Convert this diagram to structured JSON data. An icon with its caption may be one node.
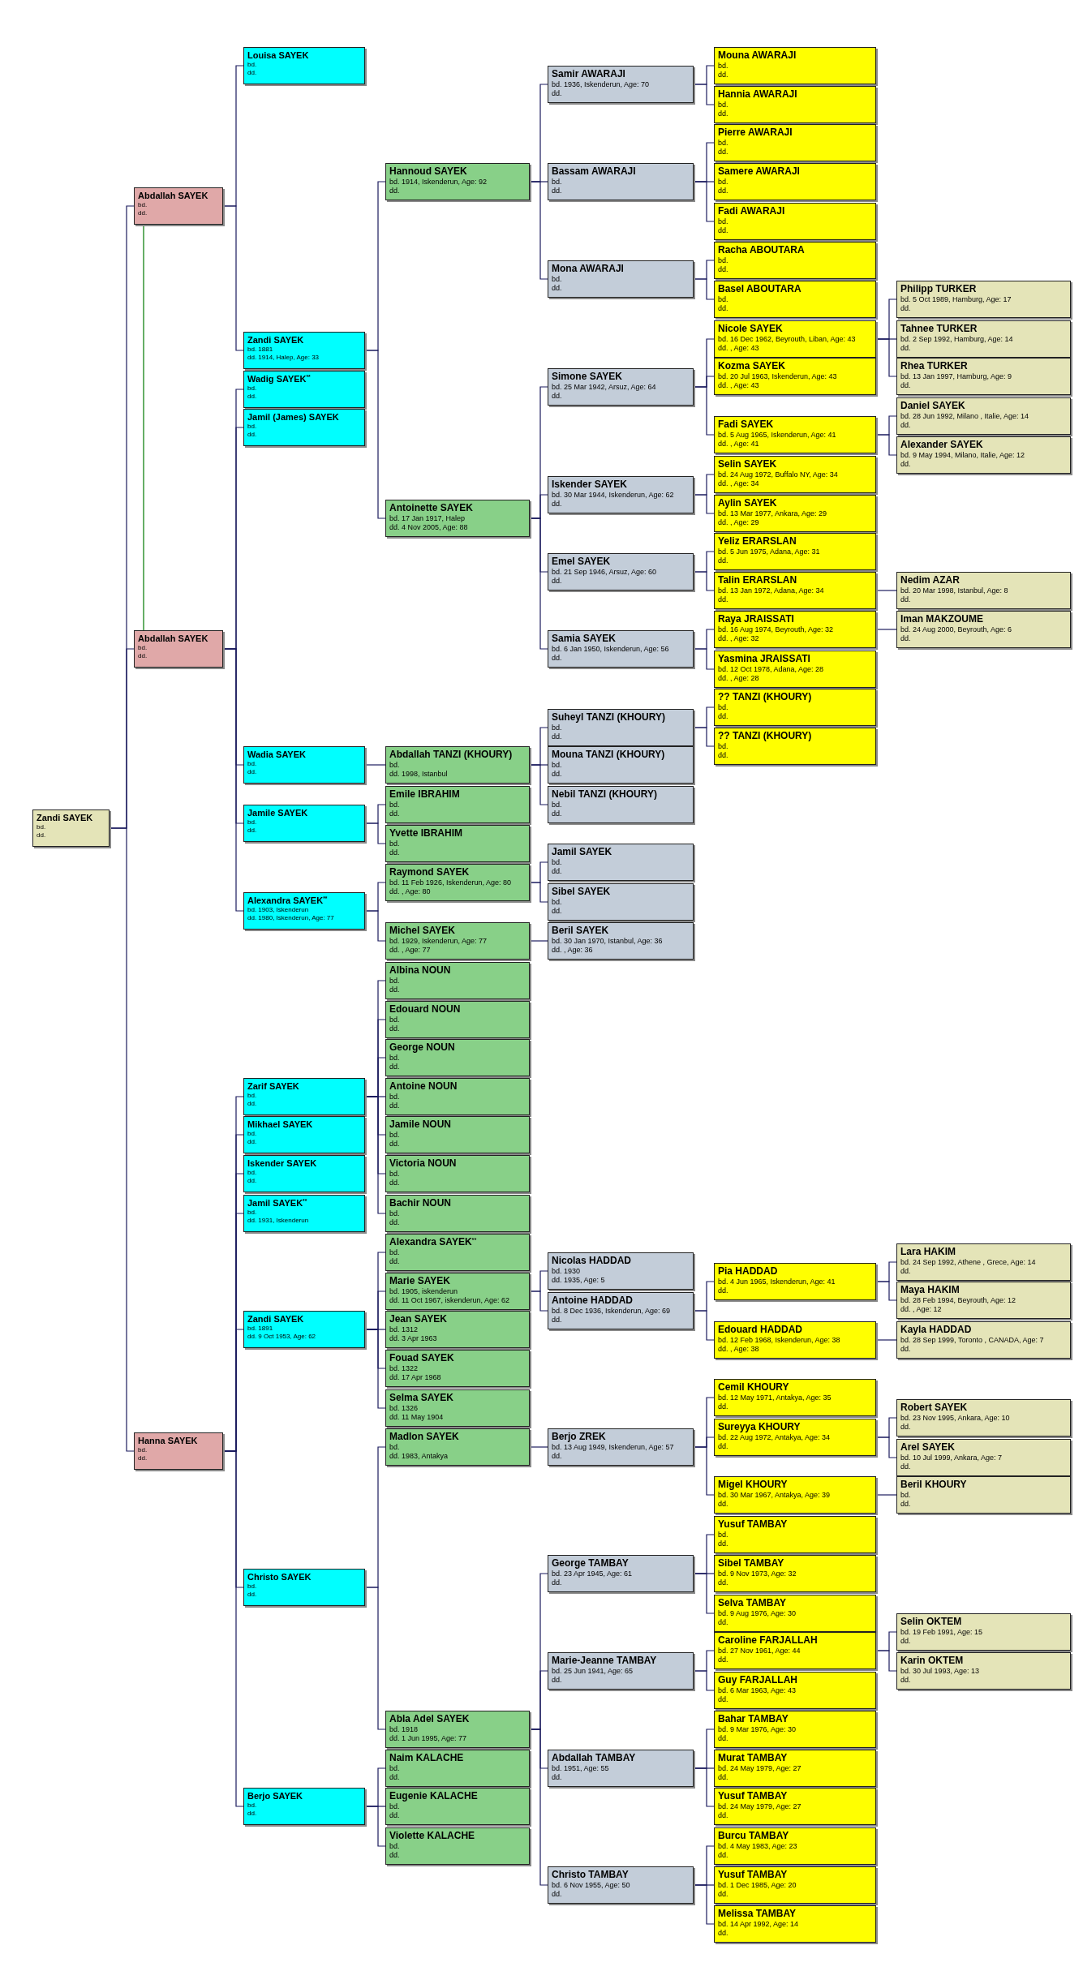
{
  "diagram": {
    "nodes": [
      {
        "text": [
          "Zandi SAYEK",
          "bd.",
          "dd."
        ]
      },
      {
        "text": [
          "Abdallah SAYEK",
          "bd.",
          "dd."
        ]
      },
      {
        "text": [
          "Abdallah SAYEK",
          "bd.",
          "dd."
        ]
      },
      {
        "text": [
          "Hanna SAYEK",
          "bd.",
          "dd."
        ]
      },
      {
        "text": [
          "Louisa SAYEK",
          "bd.",
          "dd."
        ]
      },
      {
        "text": [
          "Zandi SAYEK",
          "bd. 1881",
          "dd. 1914, Halep, Age: 33"
        ]
      },
      {
        "text": [
          "Wadig SAYEK$^{**}$",
          "bd.",
          "dd."
        ]
      },
      {
        "text": [
          "Jamil (James) SAYEK",
          "bd.",
          "dd."
        ]
      },
      {
        "text": [
          "Wadia SAYEK",
          "bd.",
          "dd."
        ]
      },
      {
        "text": [
          "Jamile SAYEK",
          "bd.",
          "dd."
        ]
      },
      {
        "text": [
          "Alexandra SAYEK$^{**}$",
          "bd. 1903, Iskenderun",
          "dd. 1980, Iskenderun, Age: 77"
        ]
      },
      {
        "text": [
          "Zarif SAYEK",
          "bd.",
          "dd."
        ]
      },
      {
        "text": [
          "Mikhael SAYEK",
          "bd.",
          "dd."
        ]
      },
      {
        "text": [
          "Iskender SAYEK",
          "bd.",
          "dd."
        ]
      },
      {
        "text": [
          "Jamil SAYEK$^{**}$",
          "bd.",
          "dd. 1931, Iskenderun"
        ]
      },
      {
        "text": [
          "Zandi SAYEK",
          "bd. 1891",
          "dd. 9 Oct 1953, Age: 62"
        ]
      },
      {
        "text": [
          "Christo SAYEK",
          "bd.",
          "dd."
        ]
      },
      {
        "text": [
          "Berjo SAYEK",
          "bd.",
          "dd."
        ]
      },
      {
        "text": [
          "Hannoud SAYEK",
          "bd. 1914, Iskenderun, Age: 92",
          "dd."
        ]
      },
      {
        "text": [
          "Antoinette SAYEK",
          "bd. 17 Jan 1917, Halep",
          "dd. 4 Nov 2005, Age: 88"
        ]
      },
      {
        "text": [
          "Abdallah TANZI (KHOURY)",
          "bd.",
          "dd. 1998, Istanbul"
        ]
      },
      {
        "text": [
          "Emile IBRAHIM",
          "bd.",
          "dd."
        ]
      },
      {
        "text": [
          "Yvette IBRAHIM",
          "bd.",
          "dd."
        ]
      },
      {
        "text": [
          "Raymond SAYEK",
          "bd. 11 Feb 1926, Iskenderun, Age: 80",
          "dd. , Age: 80"
        ]
      },
      {
        "text": [
          "Michel SAYEK",
          "bd. 1929, Iskenderun, Age: 77",
          "dd. , Age: 77"
        ]
      },
      {
        "text": [
          "Albina NOUN",
          "bd.",
          "dd."
        ]
      },
      {
        "text": [
          "Edouard NOUN",
          "bd.",
          "dd."
        ]
      },
      {
        "text": [
          "George NOUN",
          "bd.",
          "dd."
        ]
      },
      {
        "text": [
          "Antoine NOUN",
          "bd.",
          "dd."
        ]
      },
      {
        "text": [
          "Jamile NOUN",
          "bd.",
          "dd."
        ]
      },
      {
        "text": [
          "Victoria NOUN",
          "bd.",
          "dd."
        ]
      },
      {
        "text": [
          "Bachir NOUN",
          "bd.",
          "dd."
        ]
      },
      {
        "text": [
          "Alexandra SAYEK$^{**}$",
          "bd.",
          "dd."
        ]
      },
      {
        "text": [
          "Marie SAYEK",
          "bd. 1905, iskenderun",
          "dd. 11 Oct 1967, iskenderun, Age: 62"
        ]
      },
      {
        "text": [
          "Jean SAYEK",
          "bd. 1312",
          "dd. 3 Apr 1963"
        ]
      },
      {
        "text": [
          "Fouad SAYEK",
          "bd. 1322",
          "dd. 17 Apr 1968"
        ]
      },
      {
        "text": [
          "Selma SAYEK",
          "bd. 1326",
          "dd. 11 May 1904"
        ]
      },
      {
        "text": [
          "Madlon SAYEK",
          "bd.",
          "dd. 1983, Antakya"
        ]
      },
      {
        "text": [
          "Abla Adel SAYEK",
          "bd. 1918",
          "dd. 1 Jun 1995, Age: 77"
        ]
      },
      {
        "text": [
          "Naim KALACHE",
          "bd.",
          "dd."
        ]
      },
      {
        "text": [
          "Eugenie KALACHE",
          "bd.",
          "dd."
        ]
      },
      {
        "text": [
          "Violette KALACHE",
          "bd.",
          "dd."
        ]
      },
      {
        "text": [
          "Samir AWARAJI",
          "bd. 1936, Iskenderun, Age: 70",
          "dd."
        ]
      },
      {
        "text": [
          "Bassam AWARAJI",
          "bd.",
          "dd."
        ]
      },
      {
        "text": [
          "Mona AWARAJI",
          "bd.",
          "dd."
        ]
      },
      {
        "text": [
          "Simone SAYEK",
          "bd. 25 Mar 1942, Arsuz, Age: 64",
          "dd."
        ]
      },
      {
        "text": [
          "Iskender SAYEK",
          "bd. 30 Mar 1944, Iskenderun, Age: 62",
          "dd."
        ]
      },
      {
        "text": [
          "Emel SAYEK",
          "bd. 21 Sep 1946, Arsuz, Age: 60",
          "dd."
        ]
      },
      {
        "text": [
          "Samia SAYEK",
          "bd. 6 Jan 1950, Iskenderun, Age: 56",
          "dd."
        ]
      },
      {
        "text": [
          "Suheyl TANZI (KHOURY)",
          "bd.",
          "dd."
        ]
      },
      {
        "text": [
          "Mouna TANZI (KHOURY)",
          "bd.",
          "dd."
        ]
      },
      {
        "text": [
          "Nebil TANZI (KHOURY)",
          "bd.",
          "dd."
        ]
      },
      {
        "text": [
          "Jamil SAYEK",
          "bd.",
          "dd."
        ]
      },
      {
        "text": [
          "Sibel SAYEK",
          "bd.",
          "dd."
        ]
      },
      {
        "text": [
          "Beril SAYEK",
          "bd. 30 Jan 1970, Istanbul, Age: 36",
          "dd. , Age: 36"
        ]
      },
      {
        "text": [
          "Nicolas HADDAD",
          "bd. 1930",
          "dd. 1935, Age: 5"
        ]
      },
      {
        "text": [
          "Antoine HADDAD",
          "bd. 8 Dec 1936, Iskenderun, Age: 69",
          "dd."
        ]
      },
      {
        "text": [
          "Berjo ZREK",
          "bd. 13 Aug 1949, Iskenderun, Age: 57",
          "dd."
        ]
      },
      {
        "text": [
          "George TAMBAY",
          "bd. 23 Apr 1945, Age: 61",
          "dd."
        ]
      },
      {
        "text": [
          "Marie-Jeanne TAMBAY",
          "bd. 25 Jun 1941, Age: 65",
          "dd."
        ]
      },
      {
        "text": [
          "Abdallah TAMBAY",
          "bd. 1951, Age: 55",
          "dd."
        ]
      },
      {
        "text": [
          "Christo TAMBAY",
          "bd. 6 Nov 1955, Age: 50",
          "dd."
        ]
      },
      {
        "text": [
          "Mouna AWARAJI",
          "bd.",
          "dd."
        ]
      },
      {
        "text": [
          "Hannia AWARAJI",
          "bd.",
          "dd."
        ]
      },
      {
        "text": [
          "Pierre AWARAJI",
          "bd.",
          "dd."
        ]
      },
      {
        "text": [
          "Samere AWARAJI",
          "bd.",
          "dd."
        ]
      },
      {
        "text": [
          "Fadi AWARAJI",
          "bd.",
          "dd."
        ]
      },
      {
        "text": [
          "Racha ABOUTARA",
          "bd.",
          "dd."
        ]
      },
      {
        "text": [
          "Basel ABOUTARA",
          "bd.",
          "dd."
        ]
      },
      {
        "text": [
          "Nicole SAYEK",
          "bd. 16 Dec 1962, Beyrouth, Liban, Age: 43",
          "dd. , Age: 43"
        ]
      },
      {
        "text": [
          "Kozma SAYEK",
          "bd. 20 Jul 1963, Iskenderun, Age: 43",
          "dd. , Age: 43"
        ]
      },
      {
        "text": [
          "Fadi SAYEK",
          "bd. 5 Aug 1965, Iskenderun, Age: 41",
          "dd. , Age: 41"
        ]
      },
      {
        "text": [
          "Selin SAYEK",
          "bd. 24 Aug 1972, Buffalo NY, Age: 34",
          "dd. , Age: 34"
        ]
      },
      {
        "text": [
          "Aylin SAYEK",
          "bd. 13 Mar 1977, Ankara, Age: 29",
          "dd. , Age: 29"
        ]
      },
      {
        "text": [
          "Yeliz ERARSLAN",
          "bd. 5 Jun 1975, Adana, Age: 31",
          "dd."
        ]
      },
      {
        "text": [
          "Talin ERARSLAN",
          "bd. 13 Jan 1972, Adana, Age: 34",
          "dd."
        ]
      },
      {
        "text": [
          "Raya JRAISSATI",
          "bd. 16 Aug 1974, Beyrouth, Age: 32",
          "dd. , Age: 32"
        ]
      },
      {
        "text": [
          "Yasmina JRAISSATI",
          "bd. 12 Oct 1978, Adana, Age: 28",
          "dd. , Age: 28"
        ]
      },
      {
        "text": [
          "?? TANZI (KHOURY)",
          "bd.",
          "dd."
        ]
      },
      {
        "text": [
          "?? TANZI (KHOURY)",
          "bd.",
          "dd."
        ]
      },
      {
        "text": [
          "Pia HADDAD",
          "bd. 4 Jun 1965, Iskenderun, Age: 41",
          "dd."
        ]
      },
      {
        "text": [
          "Edouard HADDAD",
          "bd. 12 Feb 1968, Iskenderun, Age: 38",
          "dd. , Age: 38"
        ]
      },
      {
        "text": [
          "Cemil KHOURY",
          "bd. 12 May 1971, Antakya, Age: 35",
          "dd."
        ]
      },
      {
        "text": [
          "Sureyya KHOURY",
          "bd. 22 Aug 1972, Antakya, Age: 34",
          "dd."
        ]
      },
      {
        "text": [
          "Migel KHOURY",
          "bd. 30 Mar 1967, Antakya, Age: 39",
          "dd."
        ]
      },
      {
        "text": [
          "Yusuf TAMBAY",
          "bd.",
          "dd."
        ]
      },
      {
        "text": [
          "Sibel TAMBAY",
          "bd. 9 Nov 1973, Age: 32",
          "dd."
        ]
      },
      {
        "text": [
          "Selva TAMBAY",
          "bd. 9 Aug 1976, Age: 30",
          "dd."
        ]
      },
      {
        "text": [
          "Caroline FARJALLAH",
          "bd. 27 Nov 1961, Age: 44",
          "dd."
        ]
      },
      {
        "text": [
          "Guy FARJALLAH",
          "bd. 6 Mar 1963, Age: 43",
          "dd."
        ]
      },
      {
        "text": [
          "Bahar TAMBAY",
          "bd. 9 Mar 1976, Age: 30",
          "dd."
        ]
      },
      {
        "text": [
          "Murat TAMBAY",
          "bd. 24 May 1979, Age: 27",
          "dd."
        ]
      },
      {
        "text": [
          "Yusuf TAMBAY",
          "bd. 24 May 1979, Age: 27",
          "dd."
        ]
      },
      {
        "text": [
          "Burcu TAMBAY",
          "bd. 4 May 1983, Age: 23",
          "dd."
        ]
      },
      {
        "text": [
          "Yusuf TAMBAY",
          "bd. 1 Dec 1985, Age: 20",
          "dd."
        ]
      },
      {
        "text": [
          "Melissa TAMBAY",
          "bd. 14 Apr 1992, Age: 14",
          "dd."
        ]
      },
      {
        "text": [
          "Philipp TURKER",
          "bd. 5 Oct 1989, Hamburg, Age: 17",
          "dd."
        ]
      },
      {
        "text": [
          "Tahnee TURKER",
          "bd. 2 Sep 1992, Hamburg, Age: 14",
          "dd."
        ]
      },
      {
        "text": [
          "Rhea TURKER",
          "bd. 13 Jan 1997, Hamburg, Age: 9",
          "dd."
        ]
      },
      {
        "text": [
          "Daniel SAYEK",
          "bd. 28 Jun 1992, Milano , Italie, Age: 14",
          "dd."
        ]
      },
      {
        "text": [
          "Alexander SAYEK",
          "bd. 9 May 1994, Milano, Italie, Age: 12",
          "dd."
        ]
      },
      {
        "text": [
          "Nedim AZAR",
          "bd. 20 Mar 1998, Istanbul, Age: 8",
          "dd."
        ]
      },
      {
        "text": [
          "Iman MAKZOUME",
          "bd. 24 Aug 2000, Beyrouth, Age: 6",
          "dd."
        ]
      },
      {
        "text": [
          "Lara HAKIM",
          "bd. 24 Sep 1992, Athene , Grece, Age: 14",
          "dd."
        ]
      },
      {
        "text": [
          "Maya HAKIM",
          "bd. 28 Feb 1994, Beyrouth, Age: 12",
          "dd. , Age: 12"
        ]
      },
      {
        "text": [
          "Kayla HADDAD",
          "bd. 28 Sep 1999, Toronto , CANADA, Age: 7",
          "dd."
        ]
      },
      {
        "text": [
          "Robert SAYEK",
          "bd. 23 Nov 1995, Ankara, Age: 10",
          "dd."
        ]
      },
      {
        "text": [
          "Arel SAYEK",
          "bd. 10 Jul 1999, Ankara, Age: 7",
          "dd."
        ]
      },
      {
        "text": [
          "Beril KHOURY",
          "bd.",
          "dd."
        ]
      },
      {
        "text": [
          "Selin OKTEM",
          "bd. 19 Feb 1991, Age: 15",
          "dd."
        ]
      },
      {
        "text": [
          "Karin OKTEM",
          "bd. 30 Jul 1993, Age: 13",
          "dd."
        ]
      }
    ],
    "edges": [
      {
        "from": 0,
        "to": 1,
        "arrow": "none"
      },
      {
        "from": 0,
        "to": 2,
        "arrow": "none"
      },
      {
        "from": 0,
        "to": 3,
        "arrow": "none"
      },
      {
        "from": 1,
        "to": 2,
        "arrow": "none",
        "color": "#007a00"
      },
      {
        "from": 1,
        "to": 4,
        "arrow": "none"
      },
      {
        "from": 1,
        "to": 5,
        "arrow": "none"
      },
      {
        "from": 2,
        "to": 6,
        "arrow": "none"
      },
      {
        "from": 2,
        "to": 7,
        "arrow": "none"
      },
      {
        "from": 2,
        "to": 8,
        "arrow": "none"
      },
      {
        "from": 2,
        "to": 9,
        "arrow": "none"
      },
      {
        "from": 2,
        "to": 10,
        "arrow": "none"
      },
      {
        "from": 3,
        "to": 11,
        "arrow": "none"
      },
      {
        "from": 3,
        "to": 12,
        "arrow": "none"
      },
      {
        "from": 3,
        "to": 13,
        "arrow": "none"
      },
      {
        "from": 3,
        "to": 14,
        "arrow": "none"
      },
      {
        "from": 3,
        "to": 15,
        "arrow": "none"
      },
      {
        "from": 3,
        "to": 16,
        "arrow": "none"
      },
      {
        "from": 3,
        "to": 17,
        "arrow": "none"
      },
      {
        "from": 5,
        "to": 18,
        "arrow": "none"
      },
      {
        "from": 5,
        "to": 19,
        "arrow": "none"
      },
      {
        "from": 8,
        "to": 20,
        "arrow": "none"
      },
      {
        "from": 9,
        "to": 21,
        "arrow": "none"
      },
      {
        "from": 9,
        "to": 22,
        "arrow": "none"
      },
      {
        "from": 10,
        "to": 23,
        "arrow": "none"
      },
      {
        "from": 10,
        "to": 24,
        "arrow": "none"
      },
      {
        "from": 11,
        "to": 25,
        "arrow": "none"
      },
      {
        "from": 11,
        "to": 26,
        "arrow": "none"
      },
      {
        "from": 11,
        "to": 27,
        "arrow": "none"
      },
      {
        "from": 11,
        "to": 28,
        "arrow": "none"
      },
      {
        "from": 11,
        "to": 29,
        "arrow": "none"
      },
      {
        "from": 11,
        "to": 30,
        "arrow": "none"
      },
      {
        "from": 11,
        "to": 31,
        "arrow": "none"
      },
      {
        "from": 15,
        "to": 32,
        "arrow": "none"
      },
      {
        "from": 15,
        "to": 33,
        "arrow": "none"
      },
      {
        "from": 15,
        "to": 34,
        "arrow": "none"
      },
      {
        "from": 15,
        "to": 35,
        "arrow": "none"
      },
      {
        "from": 15,
        "to": 36,
        "arrow": "none"
      },
      {
        "from": 16,
        "to": 37,
        "arrow": "none"
      },
      {
        "from": 16,
        "to": 38,
        "arrow": "none"
      },
      {
        "from": 17,
        "to": 39,
        "arrow": "none"
      },
      {
        "from": 17,
        "to": 40,
        "arrow": "none"
      },
      {
        "from": 17,
        "to": 41,
        "arrow": "none"
      },
      {
        "from": 18,
        "to": 42,
        "arrow": "none"
      },
      {
        "from": 18,
        "to": 43,
        "arrow": "none"
      },
      {
        "from": 18,
        "to": 44,
        "arrow": "none"
      },
      {
        "from": 19,
        "to": 45,
        "arrow": "none"
      },
      {
        "from": 19,
        "to": 46,
        "arrow": "none"
      },
      {
        "from": 19,
        "to": 47,
        "arrow": "none"
      },
      {
        "from": 19,
        "to": 48,
        "arrow": "none"
      },
      {
        "from": 20,
        "to": 49,
        "arrow": "none"
      },
      {
        "from": 20,
        "to": 50,
        "arrow": "none"
      },
      {
        "from": 20,
        "to": 51,
        "arrow": "none"
      },
      {
        "from": 23,
        "to": 52,
        "arrow": "none"
      },
      {
        "from": 23,
        "to": 53,
        "arrow": "none"
      },
      {
        "from": 24,
        "to": 54,
        "arrow": "none"
      },
      {
        "from": 33,
        "to": 55,
        "arrow": "none"
      },
      {
        "from": 33,
        "to": 56,
        "arrow": "none"
      },
      {
        "from": 37,
        "to": 57,
        "arrow": "none"
      },
      {
        "from": 38,
        "to": 58,
        "arrow": "none"
      },
      {
        "from": 38,
        "to": 59,
        "arrow": "none"
      },
      {
        "from": 38,
        "to": 60,
        "arrow": "none"
      },
      {
        "from": 38,
        "to": 61,
        "arrow": "none"
      },
      {
        "from": 42,
        "to": 62,
        "arrow": "none"
      },
      {
        "from": 42,
        "to": 63,
        "arrow": "none"
      },
      {
        "from": 43,
        "to": 64,
        "arrow": "none"
      },
      {
        "from": 43,
        "to": 65,
        "arrow": "none"
      },
      {
        "from": 43,
        "to": 66,
        "arrow": "none"
      },
      {
        "from": 44,
        "to": 67,
        "arrow": "none"
      },
      {
        "from": 44,
        "to": 68,
        "arrow": "none"
      },
      {
        "from": 45,
        "to": 69,
        "arrow": "none"
      },
      {
        "from": 45,
        "to": 70,
        "arrow": "none"
      },
      {
        "from": 45,
        "to": 71,
        "arrow": "none"
      },
      {
        "from": 46,
        "to": 72,
        "arrow": "none"
      },
      {
        "from": 46,
        "to": 73,
        "arrow": "none"
      },
      {
        "from": 47,
        "to": 74,
        "arrow": "none"
      },
      {
        "from": 47,
        "to": 75,
        "arrow": "none"
      },
      {
        "from": 48,
        "to": 76,
        "arrow": "none"
      },
      {
        "from": 48,
        "to": 77,
        "arrow": "none"
      },
      {
        "from": 49,
        "to": 78,
        "arrow": "none"
      },
      {
        "from": 49,
        "to": 79,
        "arrow": "none"
      },
      {
        "from": 56,
        "to": 80,
        "arrow": "none"
      },
      {
        "from": 56,
        "to": 81,
        "arrow": "none"
      },
      {
        "from": 57,
        "to": 82,
        "arrow": "none"
      },
      {
        "from": 57,
        "to": 83,
        "arrow": "none"
      },
      {
        "from": 57,
        "to": 84,
        "arrow": "none"
      },
      {
        "from": 58,
        "to": 85,
        "arrow": "none"
      },
      {
        "from": 58,
        "to": 86,
        "arrow": "none"
      },
      {
        "from": 58,
        "to": 87,
        "arrow": "none"
      },
      {
        "from": 59,
        "to": 88,
        "arrow": "none"
      },
      {
        "from": 59,
        "to": 89,
        "arrow": "none"
      },
      {
        "from": 60,
        "to": 90,
        "arrow": "none"
      },
      {
        "from": 60,
        "to": 91,
        "arrow": "none"
      },
      {
        "from": 60,
        "to": 92,
        "arrow": "none"
      },
      {
        "from": 61,
        "to": 93,
        "arrow": "none"
      },
      {
        "from": 61,
        "to": 94,
        "arrow": "none"
      },
      {
        "from": 61,
        "to": 95,
        "arrow": "none"
      },
      {
        "from": 69,
        "to": 96,
        "arrow": "none"
      },
      {
        "from": 69,
        "to": 97,
        "arrow": "none"
      },
      {
        "from": 69,
        "to": 98,
        "arrow": "none"
      },
      {
        "from": 71,
        "to": 99,
        "arrow": "none"
      },
      {
        "from": 71,
        "to": 100,
        "arrow": "none"
      },
      {
        "from": 75,
        "to": 101,
        "arrow": "none"
      },
      {
        "from": 76,
        "to": 102,
        "arrow": "none"
      },
      {
        "from": 80,
        "to": 103,
        "arrow": "none"
      },
      {
        "from": 80,
        "to": 104,
        "arrow": "none"
      },
      {
        "from": 81,
        "to": 105,
        "arrow": "none"
      },
      {
        "from": 83,
        "to": 106,
        "arrow": "none"
      },
      {
        "from": 83,
        "to": 107,
        "arrow": "none"
      },
      {
        "from": 84,
        "to": 108,
        "arrow": "none"
      },
      {
        "from": 88,
        "to": 109,
        "arrow": "none"
      },
      {
        "from": 88,
        "to": 110,
        "arrow": "none"
      }
    ]
  }
}
